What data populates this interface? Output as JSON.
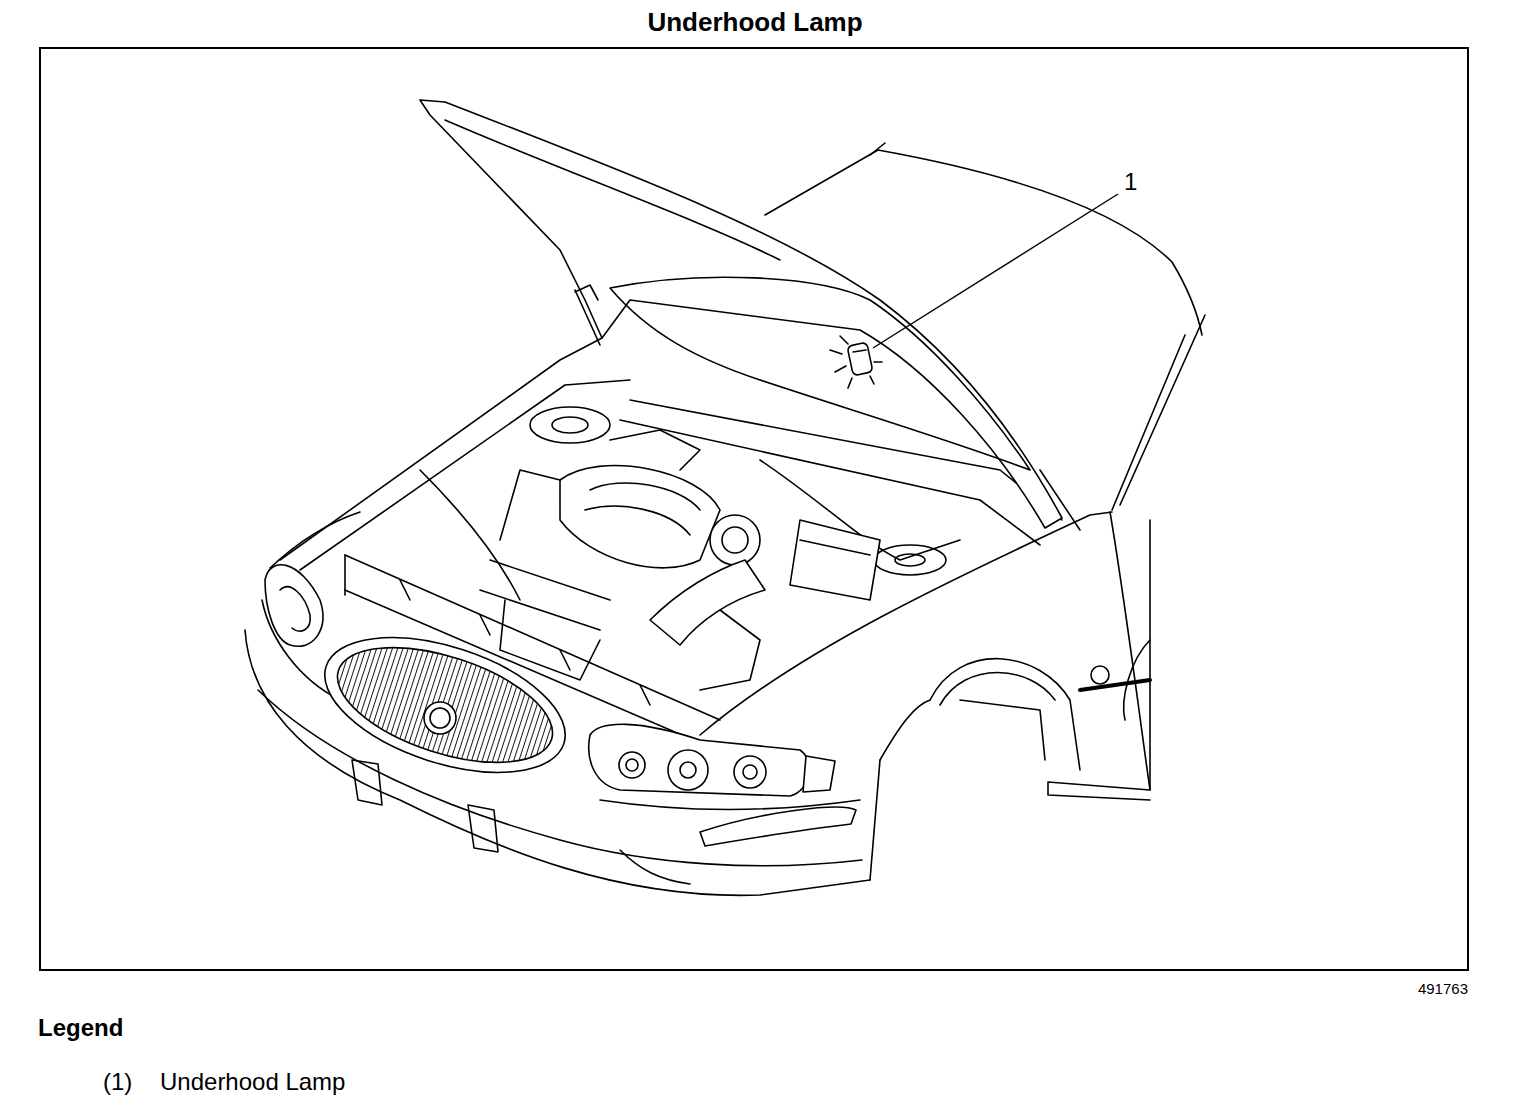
{
  "diagram": {
    "title": "Underhood Lamp",
    "labels": [
      "1",
      "491763",
      "Legend",
      "(1)"
    ],
    "legend": [
      {
        "text": "Underhood Lamp"
      }
    ]
  }
}
